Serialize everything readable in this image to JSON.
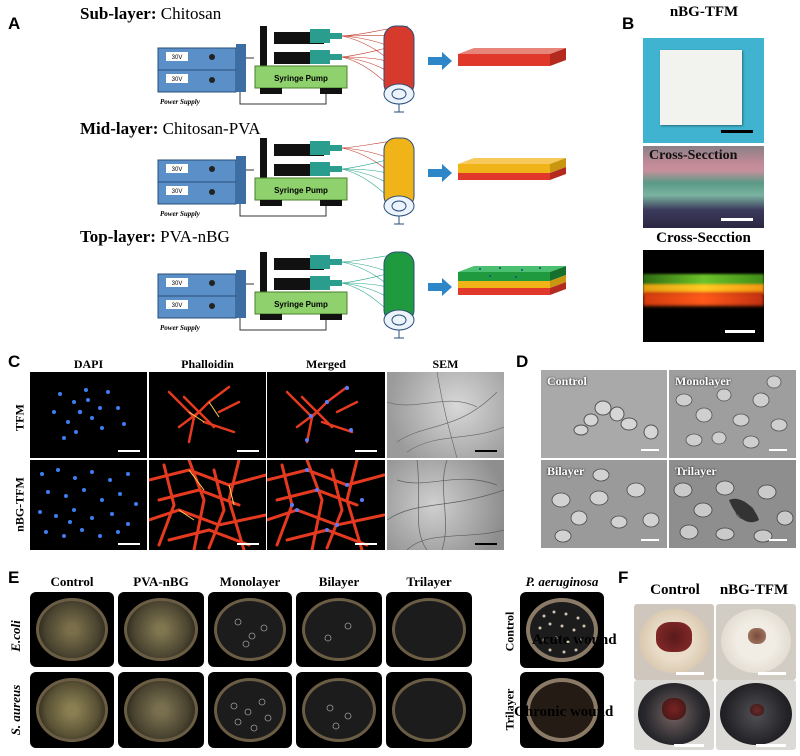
{
  "panelA": {
    "letter": "A",
    "layers": [
      {
        "bold": "Sub-layer:",
        "rest": " Chitosan",
        "fiberColor": "#c0392b",
        "drumColor": "#d63a2c"
      },
      {
        "bold": "Mid-layer:",
        "rest": " Chitosan-PVA",
        "fiberColor": "#27a58a",
        "drumColor": "#f0b418"
      },
      {
        "bold": "Top-layer:",
        "rest": " PVA-nBG",
        "fiberColor": "#27a58a",
        "drumColor": "#1f9a3e"
      }
    ],
    "pumpLabel": "Syringe Pump",
    "powerLabel": "Power Supply",
    "displayTexts": [
      "30V",
      "30V",
      "30V",
      "30V",
      "30V",
      "30V"
    ]
  },
  "panelB": {
    "letter": "B",
    "title": "nBG-TFM",
    "crossSection1": "Cross-Secction",
    "crossSection2": "Cross-Secction"
  },
  "panelC": {
    "letter": "C",
    "columns": [
      "DAPI",
      "Phalloidin",
      "Merged",
      "SEM"
    ],
    "rows": [
      "TFM",
      "nBG-TFM"
    ]
  },
  "panelD": {
    "letter": "D",
    "labels": [
      "Control",
      "Monolayer",
      "Bilayer",
      "Trilayer"
    ]
  },
  "panelE": {
    "letter": "E",
    "columns": [
      "Control",
      "PVA-nBG",
      "Monolayer",
      "Bilayer",
      "Trilayer"
    ],
    "rows": [
      "E.coli",
      "S. aureus"
    ],
    "pa_title": "P. aeruginosa",
    "pa_rows": [
      "Control",
      "Trilayer"
    ]
  },
  "panelF": {
    "letter": "F",
    "columns": [
      "Control",
      "nBG-TFM"
    ],
    "rows": [
      "Acute wound",
      "Chronic wound"
    ]
  }
}
